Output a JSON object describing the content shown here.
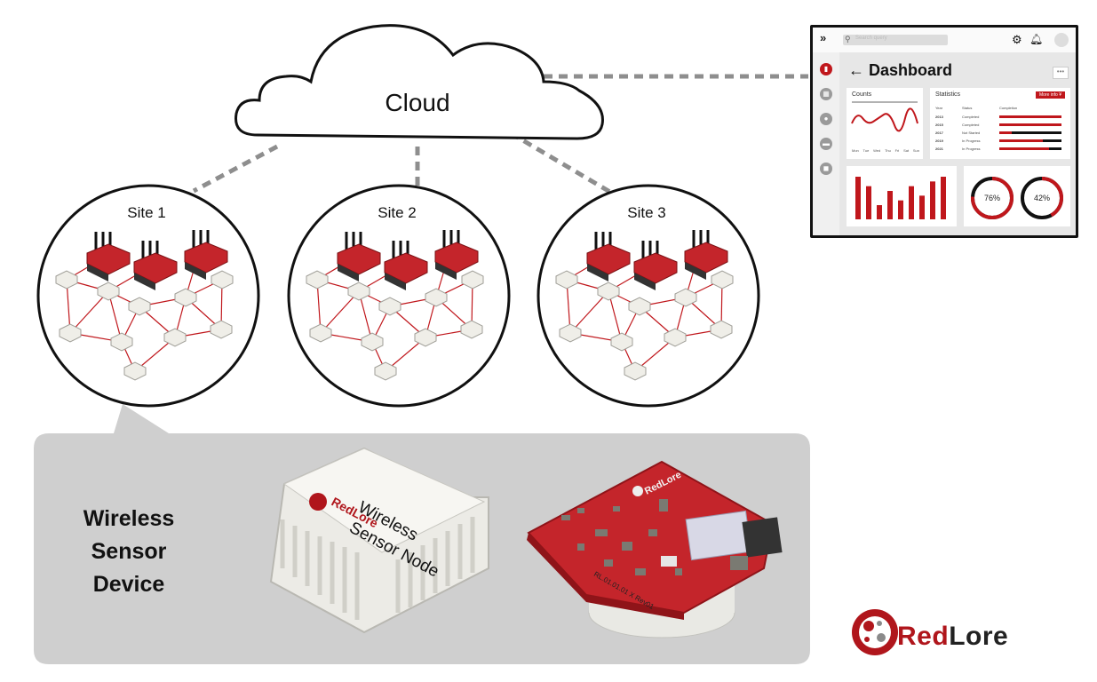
{
  "cloud": {
    "label": "Cloud"
  },
  "sites": [
    {
      "label": "Site 1"
    },
    {
      "label": "Site 2"
    },
    {
      "label": "Site 3"
    }
  ],
  "device": {
    "label_line1": "Wireless",
    "label_line2": "Sensor",
    "label_line3": "Device",
    "node_brand": "RedLore",
    "node_text_line1": "Wireless",
    "node_text_line2": "Sensor Node",
    "pcb_brand": "RedLore",
    "pcb_code": "RL.01.01.01 X Rev01"
  },
  "dashboard": {
    "title": "Dashboard",
    "search_placeholder": "Search query",
    "counts_title": "Counts",
    "days": [
      "Mon",
      "Tue",
      "Wed",
      "Thu",
      "Fri",
      "Sat",
      "Sun"
    ],
    "statistics_title": "Statistics",
    "more_info_label": "More info",
    "stats_headers": [
      "Year",
      "Status",
      "Completion"
    ],
    "stats_rows": [
      {
        "year": "2013",
        "status": "Completed",
        "completion": 1.0
      },
      {
        "year": "2015",
        "status": "Completed",
        "completion": 1.0
      },
      {
        "year": "2017",
        "status": "Not Started",
        "completion": 0.2
      },
      {
        "year": "2019",
        "status": "In Progress",
        "completion": 0.7
      },
      {
        "year": "2021",
        "status": "In Progress",
        "completion": 0.8
      }
    ],
    "bar_values": [
      9,
      7,
      3,
      6,
      4,
      7,
      5,
      8,
      9
    ],
    "gauge1_label": "76%",
    "gauge1_value": 0.76,
    "gauge2_label": "42%",
    "gauge2_value": 0.42
  },
  "brand": {
    "name_red": "Red",
    "name_rest": "Lore"
  },
  "colors": {
    "accent": "#c0171c",
    "panel": "#cdcdcd",
    "cloud_outline": "#111111",
    "connector": "#8a8a8a"
  },
  "icons": {
    "chevrons": "double-chevron-icon",
    "settings": "gear-icon",
    "notifications": "bell-icon",
    "back": "arrow-left-icon"
  }
}
